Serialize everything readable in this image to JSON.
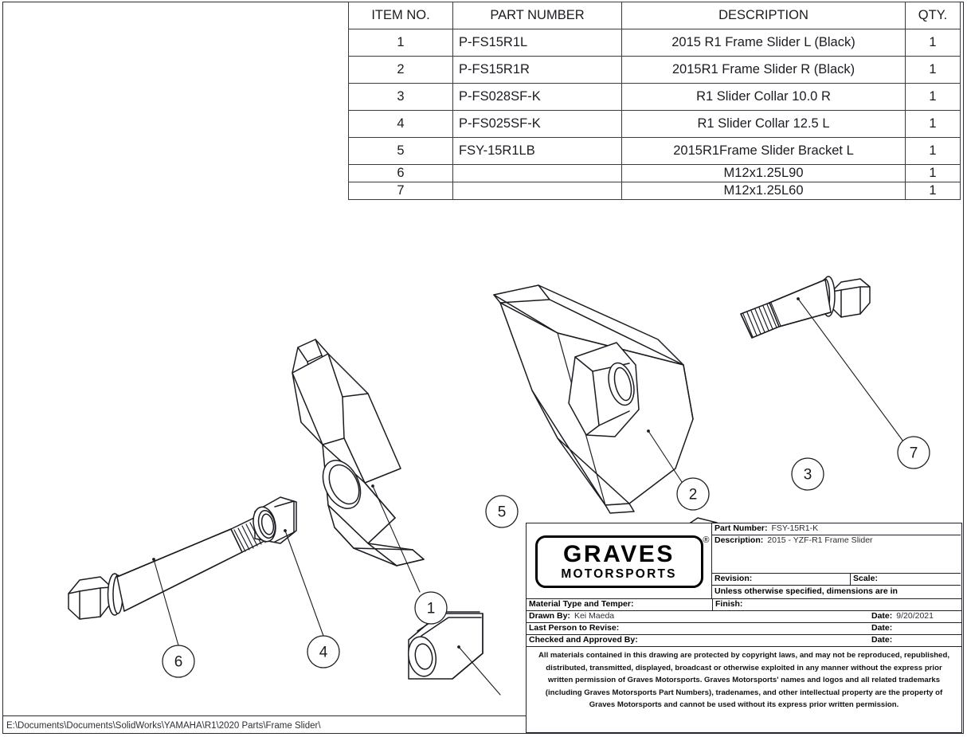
{
  "bom": {
    "headers": [
      "ITEM NO.",
      "PART NUMBER",
      "DESCRIPTION",
      "QTY."
    ],
    "rows": [
      {
        "item": "1",
        "part_number": "P-FS15R1L",
        "description": "2015 R1 Frame Slider L (Black)",
        "qty": "1"
      },
      {
        "item": "2",
        "part_number": "P-FS15R1R",
        "description": "2015R1 Frame Slider R (Black)",
        "qty": "1"
      },
      {
        "item": "3",
        "part_number": "P-FS028SF-K",
        "description": "R1 Slider Collar 10.0 R",
        "qty": "1"
      },
      {
        "item": "4",
        "part_number": "P-FS025SF-K",
        "description": "R1 Slider Collar 12.5 L",
        "qty": "1"
      },
      {
        "item": "5",
        "part_number": "FSY-15R1LB",
        "description": "2015R1Frame Slider Bracket L",
        "qty": "1"
      },
      {
        "item": "6",
        "part_number": "",
        "description": "M12x1.25L90",
        "qty": "1"
      },
      {
        "item": "7",
        "part_number": "",
        "description": "M12x1.25L60",
        "qty": "1"
      }
    ]
  },
  "balloons": [
    {
      "number": "1"
    },
    {
      "number": "2"
    },
    {
      "number": "3"
    },
    {
      "number": "4"
    },
    {
      "number": "5"
    },
    {
      "number": "6"
    },
    {
      "number": "7"
    }
  ],
  "title_block": {
    "logo_main": "GRAVES",
    "logo_sub": "MOTORSPORTS",
    "logo_registered": "®",
    "part_number_label": "Part Number:",
    "part_number_value": "FSY-15R1-K",
    "description_label": "Description:",
    "description_value": "2015 - YZF-R1 Frame Slider",
    "revision_label": "Revision:",
    "revision_value": "",
    "scale_label": "Scale:",
    "scale_value": "",
    "units_note": "Unless otherwise specified, dimensions are in",
    "material_label": "Material Type and Temper:",
    "material_value": "",
    "finish_label": "Finish:",
    "finish_value": "",
    "drawn_by_label": "Drawn By:",
    "drawn_by_value": "Kei Maeda",
    "drawn_date_label": "Date:",
    "drawn_date_value": "9/20/2021",
    "revise_label": "Last Person to Revise:",
    "revise_value": "",
    "revise_date_label": "Date:",
    "revise_date_value": "",
    "checked_label": "Checked and Approved By:",
    "checked_value": "",
    "checked_date_label": "Date:",
    "checked_date_value": "",
    "legal": "All materials contained in this drawing are protected by copyright laws, and may not be reproduced, republished, distributed, transmitted, displayed, broadcast or otherwise exploited in any manner without the express prior written permission of Graves Motorsports. Graves Motorsports' names and logos and all related trademarks (including Graves Motorsports Part Numbers), tradenames, and other intellectual property are the property of Graves Motorsports and cannot be used without its express prior written permission."
  },
  "footer": {
    "file_path": "E:\\Documents\\Documents\\SolidWorks\\YAMAHA\\R1\\2020 Parts\\Frame Slider\\"
  },
  "colors": {
    "line": "#1b1b22",
    "border": "#2b2b33",
    "background": "#ffffff"
  }
}
